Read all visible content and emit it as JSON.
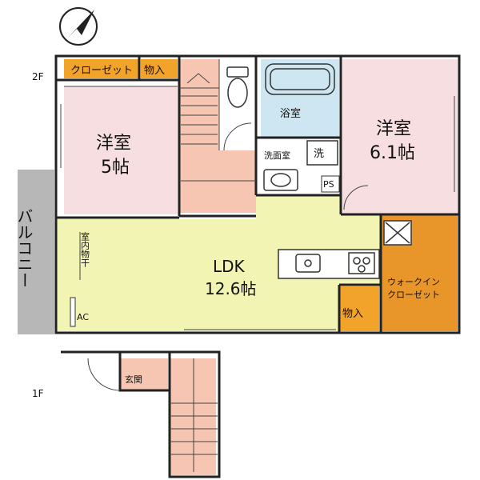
{
  "floors": {
    "second": "2F",
    "first": "1F"
  },
  "rooms": {
    "closet": "クローゼット",
    "storage_top": "物入",
    "western_left_name": "洋室",
    "western_left_size": "5帖",
    "western_right_name": "洋室",
    "western_right_size": "6.1帖",
    "bath": "浴室",
    "washroom": "洗面室",
    "washer_mark": "洗",
    "ps": "PS",
    "balcony": "バルコニー",
    "indoor_drying": "室内物干",
    "ac": "AC",
    "ldk_name": "LDK",
    "ldk_size": "12.6帖",
    "walkin_line1": "ウォークイン",
    "walkin_line2": "クローゼット",
    "storage_bottom": "物入",
    "entrance": "玄関"
  },
  "colors": {
    "closet": "#f2a329",
    "walkin": "#e8962a",
    "western": "#f7dfe1",
    "ldk": "#f2f4b4",
    "bath": "#cde6f2",
    "stairs": "#f7c6b2",
    "balcony": "#b7b7b7",
    "wall": "#222222"
  },
  "icons": {
    "compass": "north-arrow-icon",
    "ventilation": "fan-icon",
    "stove": "stove-icon",
    "sink": "kitchen-sink-icon"
  }
}
